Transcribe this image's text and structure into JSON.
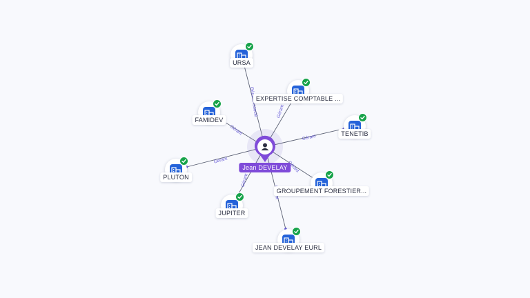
{
  "center": {
    "label": "Jean DEVELAY",
    "icon": "person-icon",
    "color": "#7f4bd9"
  },
  "companies": [
    {
      "label": "URSA",
      "relation": "Gérant Associé",
      "icon": "company-icon",
      "verified": true
    },
    {
      "label": "EXPERTISE COMPTABLE ...",
      "relation": "Gérant",
      "icon": "company-icon",
      "verified": true
    },
    {
      "label": "FAMIDEV",
      "relation": "Gérant",
      "icon": "company-icon",
      "verified": true
    },
    {
      "label": "TENETIB",
      "relation": "Gérant",
      "icon": "company-icon",
      "verified": true
    },
    {
      "label": "PLUTON",
      "relation": "Gérant",
      "icon": "company-icon",
      "verified": true
    },
    {
      "label": "GROUPEMENT FORESTIER...",
      "relation": "Gérant",
      "icon": "company-icon",
      "verified": true
    },
    {
      "label": "JUPITER",
      "relation": "Gérant",
      "icon": "company-icon",
      "verified": true
    },
    {
      "label": "JEAN DEVELAY EURL",
      "relation": "Gérant",
      "icon": "company-icon",
      "verified": true
    }
  ],
  "colors": {
    "node_icon": "#2563d9",
    "verified_badge": "#17a34a",
    "edge": "#5c6275",
    "edge_label": "#6a5fd8"
  }
}
